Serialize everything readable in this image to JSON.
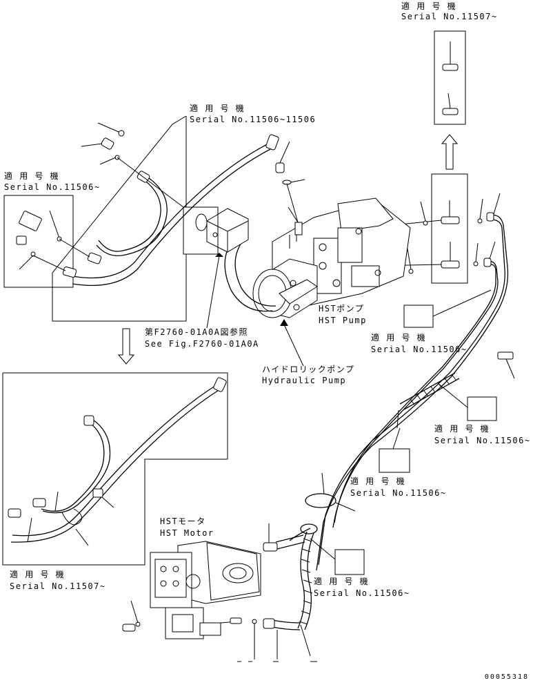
{
  "labels": {
    "top_right_ja": "適 用 号 機",
    "top_right_serial": "Serial No.11507~",
    "mid_top_ja": "適 用 号 機",
    "mid_top_serial": "Serial No.11506~11506",
    "left_ja": "適 用 号 機",
    "left_serial": "Serial No.11506~",
    "hst_pump_ja": "HSTポンプ",
    "hst_pump_en": "HST Pump",
    "ref_ja": "第F2760-01A0A図参照",
    "ref_en": "See Fig.F2760-01A0A",
    "hyd_pump_ja": "ハイドロリックポンプ",
    "hyd_pump_en": "Hydraulic Pump",
    "r1_ja": "適 用 号 機",
    "r1_serial": "Serial No.11506~",
    "r2_ja": "適 用 号 機",
    "r2_serial": "Serial No.11506~",
    "r3_ja": "適 用 号 機",
    "r3_serial": "Serial No.11506~",
    "r4_ja": "適 用 号 機",
    "r4_serial": "Serial No.11506~",
    "hst_motor_ja": "HSTモータ",
    "hst_motor_en": "HST Motor",
    "bottom_left_ja": "適 用 号 機",
    "bottom_left_serial": "Serial No.11507~",
    "doc_number": "00055318"
  }
}
